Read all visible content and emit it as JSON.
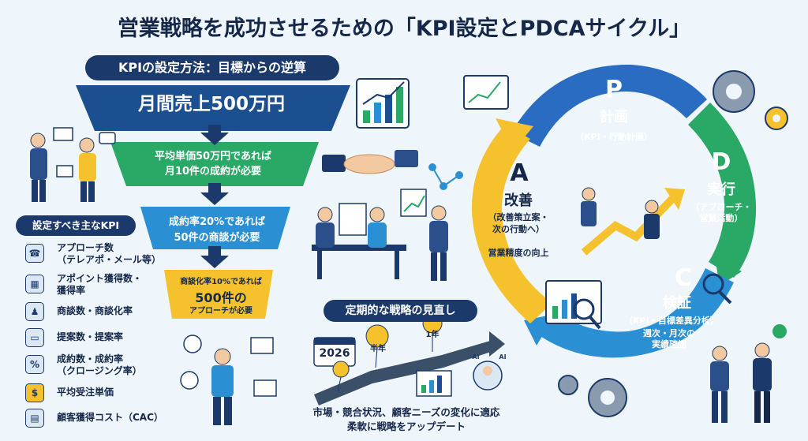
{
  "title": "営業戦略を成功させるための「KPI設定とPDCAサイクル」",
  "kpi_method": {
    "heading": "KPIの設定方法：目標からの逆算",
    "steps": [
      {
        "lines": [
          "月間売上500万円"
        ]
      },
      {
        "lines": [
          "平均単価50万円であれば",
          "月10件の成約が必要"
        ]
      },
      {
        "lines": [
          "成約率20%であれば",
          "50件の商談が必要"
        ]
      },
      {
        "lines": [
          "商談化率10%であれば",
          "500件の",
          "アプローチが必要"
        ]
      }
    ]
  },
  "kpi_list": {
    "heading": "設定すべき主なKPI",
    "items": [
      {
        "icon": "phone-icon",
        "lines": [
          "アプローチ数",
          "（テレアポ・メール等）"
        ]
      },
      {
        "icon": "calendar-icon",
        "lines": [
          "アポイント獲得数・",
          "獲得率"
        ]
      },
      {
        "icon": "meeting-icon",
        "lines": [
          "商談数・商談化率"
        ]
      },
      {
        "icon": "presentation-icon",
        "lines": [
          "提案数・提案率"
        ]
      },
      {
        "icon": "document-percent-icon",
        "lines": [
          "成約数・成約率",
          "（クロージング率）"
        ]
      },
      {
        "icon": "money-bag-icon",
        "lines": [
          "平均受注単価"
        ]
      },
      {
        "icon": "calculator-icon",
        "lines": [
          "顧客獲得コスト（CAC）"
        ]
      }
    ]
  },
  "strategy_review": {
    "heading": "定期的な戦略の見直し",
    "year_label": "2026",
    "half_year": "半年",
    "one_year": "1年",
    "ai_label": "AI",
    "caption": [
      "市場・競合状況、顧客ニーズの変化に適応",
      "柔軟に戦略をアップデート"
    ]
  },
  "pdca": {
    "p": {
      "letter": "P",
      "title": "計画",
      "sub": "（KPI・行動計画）"
    },
    "d": {
      "letter": "D",
      "title": "実行",
      "sub": [
        "（アプローチ・",
        "営業活動）"
      ]
    },
    "c": {
      "letter": "C",
      "title": "検証",
      "sub": "（KPI・目標差異分析）",
      "note": [
        "週次・月次の",
        "実績確認"
      ]
    },
    "a": {
      "letter": "A",
      "title": "改善",
      "sub": [
        "（改善策立案・",
        "次の行動へ）"
      ],
      "note": "営業精度の向上"
    }
  },
  "colors": {
    "navy": "#1b3a6b",
    "blue": "#2a6cc2",
    "green": "#2aa866",
    "cyan": "#2b8fd4",
    "yellow": "#f5c22e",
    "bg": "#eef6fb"
  }
}
